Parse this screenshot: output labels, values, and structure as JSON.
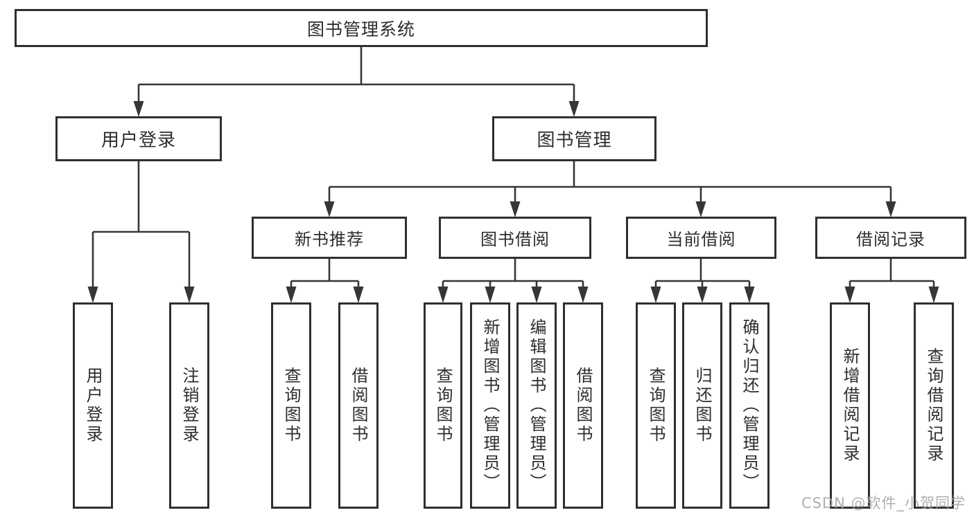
{
  "colors": {
    "line": "#363636",
    "box_border": "#2f2f2f",
    "text": "#2d2d2d",
    "background": "#ffffff",
    "watermark": "#a6a6a6"
  },
  "watermark": {
    "text": "CSDN @软件_小贺同学"
  },
  "tree": {
    "root": {
      "label": "图书管理系统",
      "children": [
        {
          "label": "用户登录",
          "children": [
            {
              "label": "用户登录"
            },
            {
              "label": "注销登录"
            }
          ]
        },
        {
          "label": "图书管理",
          "children": [
            {
              "label": "新书推荐",
              "children": [
                {
                  "label": "查询图书"
                },
                {
                  "label": "借阅图书"
                }
              ]
            },
            {
              "label": "图书借阅",
              "children": [
                {
                  "label": "查询图书"
                },
                {
                  "label": "新增图书（管理员）"
                },
                {
                  "label": "编辑图书（管理员）"
                },
                {
                  "label": "借阅图书"
                }
              ]
            },
            {
              "label": "当前借阅",
              "children": [
                {
                  "label": "查询图书"
                },
                {
                  "label": "归还图书"
                },
                {
                  "label": "确认归还（管理员）"
                }
              ]
            },
            {
              "label": "借阅记录",
              "children": [
                {
                  "label": "新增借阅记录"
                },
                {
                  "label": "查询借阅记录"
                }
              ]
            }
          ]
        }
      ]
    }
  }
}
